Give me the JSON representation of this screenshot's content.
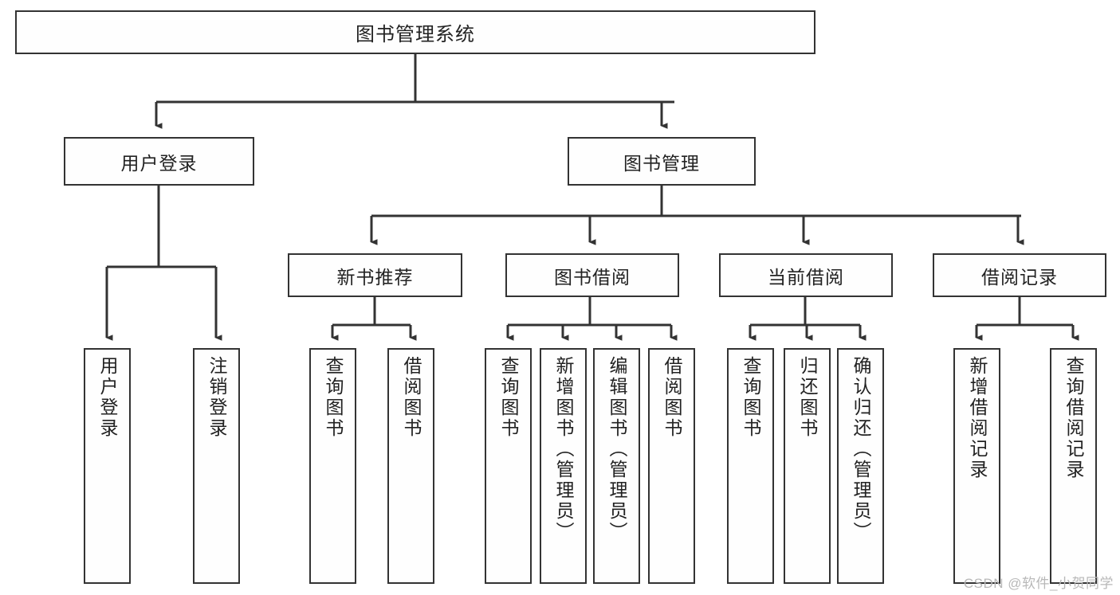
{
  "diagram": {
    "title": "图书管理系统",
    "type": "tree",
    "root": {
      "label": "图书管理系统",
      "children": [
        {
          "label": "用户登录",
          "children": [
            {
              "label": "用户登录"
            },
            {
              "label": "注销登录"
            }
          ]
        },
        {
          "label": "图书管理",
          "children": [
            {
              "label": "新书推荐",
              "children": [
                {
                  "label": "查询图书"
                },
                {
                  "label": "借阅图书"
                }
              ]
            },
            {
              "label": "图书借阅",
              "children": [
                {
                  "label": "查询图书"
                },
                {
                  "label": "新增图书（管理员）"
                },
                {
                  "label": "编辑图书（管理员）"
                },
                {
                  "label": "借阅图书"
                }
              ]
            },
            {
              "label": "当前借阅",
              "children": [
                {
                  "label": "查询图书"
                },
                {
                  "label": "归还图书"
                },
                {
                  "label": "确认归还（管理员）"
                }
              ]
            },
            {
              "label": "借阅记录",
              "children": [
                {
                  "label": "新增借阅记录"
                },
                {
                  "label": "查询借阅记录"
                }
              ]
            }
          ]
        }
      ]
    }
  },
  "nodes": {
    "root": "图书管理系统",
    "l2": {
      "user_login": "用户登录",
      "book_manage": "图书管理"
    },
    "l3": {
      "new_book_rec": "新书推荐",
      "book_borrow": "图书借阅",
      "current_borrow": "当前借阅",
      "borrow_record": "借阅记录"
    },
    "leaves": {
      "user_login_1": "用户登录",
      "user_login_2": "注销登录",
      "new_book_1": "查询图书",
      "new_book_2": "借阅图书",
      "borrow_1": "查询图书",
      "borrow_2": "新增图书（管理员）",
      "borrow_3": "编辑图书（管理员）",
      "borrow_4": "借阅图书",
      "current_1": "查询图书",
      "current_2": "归还图书",
      "current_3": "确认归还（管理员）",
      "record_1": "新增借阅记录",
      "record_2": "查询借阅记录"
    }
  },
  "watermark": "CSDN @软件_小贺同学",
  "colors": {
    "stroke": "#333333",
    "background": "#ffffff",
    "box_fill": "#fefefe",
    "text": "#222222",
    "watermark": "#b8b8b8"
  }
}
